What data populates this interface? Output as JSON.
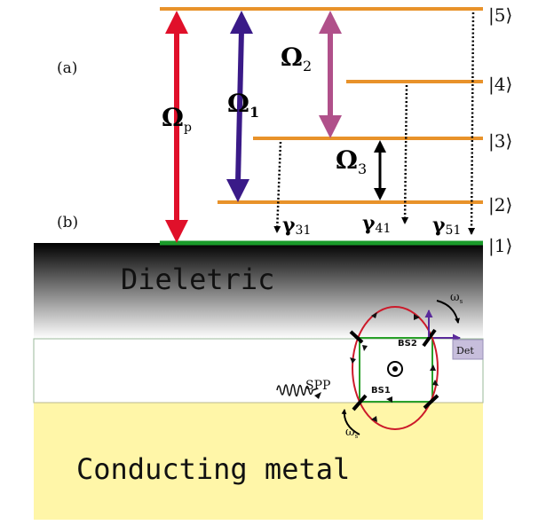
{
  "panel_labels": {
    "a": "(a)",
    "b": "(b)"
  },
  "levels": [
    {
      "id": "5",
      "label": "|5⟩"
    },
    {
      "id": "4",
      "label": "|4⟩"
    },
    {
      "id": "3",
      "label": "|3⟩"
    },
    {
      "id": "2",
      "label": "|2⟩"
    },
    {
      "id": "1",
      "label": "|1⟩"
    }
  ],
  "couplings": {
    "omega_p": {
      "symbol": "Ω",
      "sub": "p"
    },
    "omega_1": {
      "symbol": "Ω",
      "sub": "1"
    },
    "omega_2": {
      "symbol": "Ω",
      "sub": "2"
    },
    "omega_3": {
      "symbol": "Ω",
      "sub": "3"
    }
  },
  "decays": {
    "g31": {
      "symbol": "γ",
      "sub": "31"
    },
    "g41": {
      "symbol": "γ",
      "sub": "41"
    },
    "g51": {
      "symbol": "γ",
      "sub": "51"
    }
  },
  "regions": {
    "dielectric": "Dieletric",
    "metal": "Conducting metal"
  },
  "interferometer": {
    "spp": "SPP",
    "bs1": "BS1",
    "bs2": "BS2",
    "det": "Det",
    "omega_top": {
      "symbol": "ω",
      "sub": "s"
    },
    "omega_bottom": {
      "symbol": "ω",
      "sub": "s"
    }
  },
  "colors": {
    "level_line": "#e8922a",
    "ground_line": "#1a9a2a",
    "omega_p": "#e0102a",
    "omega_1": "#3a1a88",
    "omega_2": "#b0508a",
    "loop": "#cc1a2a",
    "square": "#2aa02a",
    "metal": "#fff6a8",
    "det_box": "#c7bedc"
  }
}
